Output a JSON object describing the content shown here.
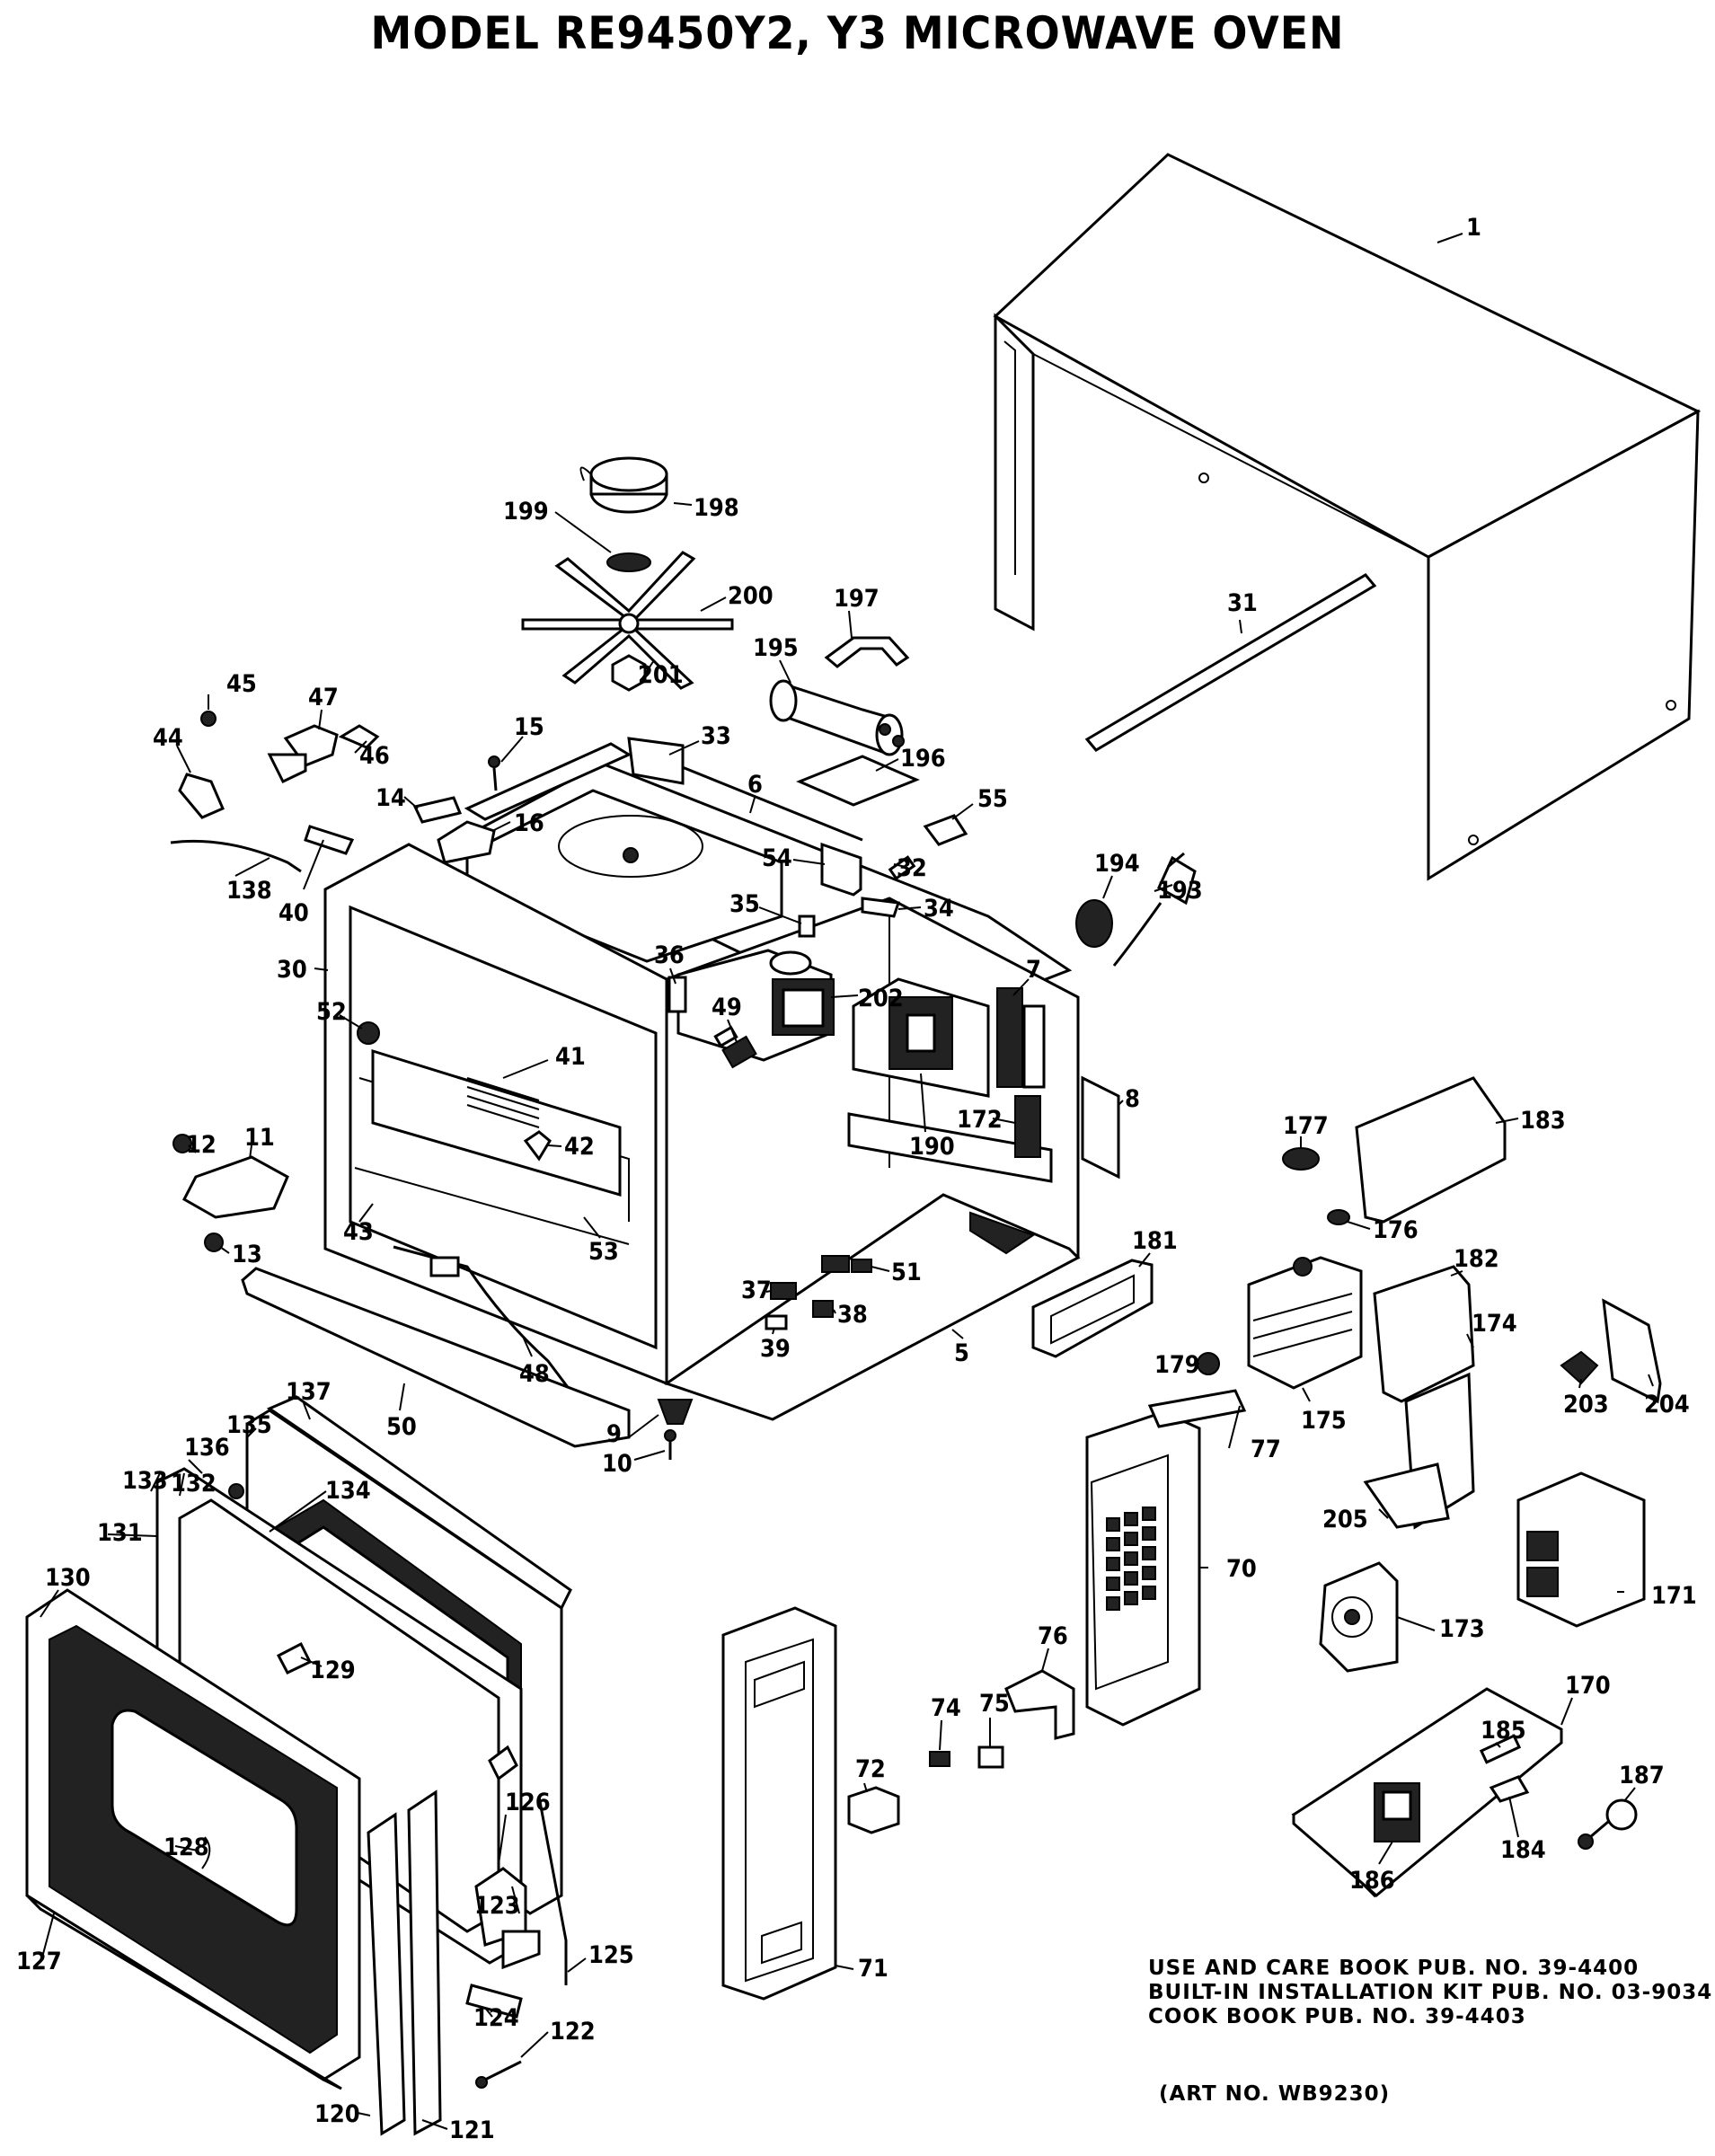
{
  "title": "MODEL RE9450Y2, Y3 MICROWAVE OVEN",
  "publications": [
    "USE AND CARE BOOK PUB. NO. 39-4400",
    "BUILT-IN INSTALLATION KIT PUB. NO. 03-9034",
    "COOK BOOK PUB. NO. 39-4403"
  ],
  "art_no": "(ART NO. WB9230)",
  "callouts": [
    {
      "label": "1"
    },
    {
      "label": "31"
    },
    {
      "label": "198"
    },
    {
      "label": "199"
    },
    {
      "label": "200"
    },
    {
      "label": "201"
    },
    {
      "label": "197"
    },
    {
      "label": "195"
    },
    {
      "label": "196"
    },
    {
      "label": "55"
    },
    {
      "label": "33"
    },
    {
      "label": "6"
    },
    {
      "label": "32"
    },
    {
      "label": "54"
    },
    {
      "label": "34"
    },
    {
      "label": "35"
    },
    {
      "label": "194"
    },
    {
      "label": "193"
    },
    {
      "label": "45"
    },
    {
      "label": "47"
    },
    {
      "label": "46"
    },
    {
      "label": "44"
    },
    {
      "label": "15"
    },
    {
      "label": "14"
    },
    {
      "label": "16"
    },
    {
      "label": "40"
    },
    {
      "label": "138"
    },
    {
      "label": "30"
    },
    {
      "label": "36"
    },
    {
      "label": "52"
    },
    {
      "label": "41"
    },
    {
      "label": "49"
    },
    {
      "label": "202"
    },
    {
      "label": "190"
    },
    {
      "label": "7"
    },
    {
      "label": "172"
    },
    {
      "label": "8"
    },
    {
      "label": "183"
    },
    {
      "label": "177"
    },
    {
      "label": "176"
    },
    {
      "label": "12"
    },
    {
      "label": "11"
    },
    {
      "label": "13"
    },
    {
      "label": "42"
    },
    {
      "label": "43"
    },
    {
      "label": "53"
    },
    {
      "label": "51"
    },
    {
      "label": "37"
    },
    {
      "label": "38"
    },
    {
      "label": "39"
    },
    {
      "label": "181"
    },
    {
      "label": "182"
    },
    {
      "label": "174"
    },
    {
      "label": "203"
    },
    {
      "label": "204"
    },
    {
      "label": "5"
    },
    {
      "label": "48"
    },
    {
      "label": "50"
    },
    {
      "label": "9"
    },
    {
      "label": "10"
    },
    {
      "label": "179"
    },
    {
      "label": "175"
    },
    {
      "label": "77"
    },
    {
      "label": "70"
    },
    {
      "label": "205"
    },
    {
      "label": "171"
    },
    {
      "label": "173"
    },
    {
      "label": "137"
    },
    {
      "label": "135"
    },
    {
      "label": "136"
    },
    {
      "label": "133"
    },
    {
      "label": "132"
    },
    {
      "label": "131"
    },
    {
      "label": "134"
    },
    {
      "label": "130"
    },
    {
      "label": "129"
    },
    {
      "label": "126"
    },
    {
      "label": "128"
    },
    {
      "label": "123"
    },
    {
      "label": "124"
    },
    {
      "label": "125"
    },
    {
      "label": "127"
    },
    {
      "label": "122"
    },
    {
      "label": "120"
    },
    {
      "label": "121"
    },
    {
      "label": "76"
    },
    {
      "label": "74"
    },
    {
      "label": "75"
    },
    {
      "label": "72"
    },
    {
      "label": "71"
    },
    {
      "label": "170"
    },
    {
      "label": "185"
    },
    {
      "label": "187"
    },
    {
      "label": "184"
    },
    {
      "label": "186"
    }
  ]
}
